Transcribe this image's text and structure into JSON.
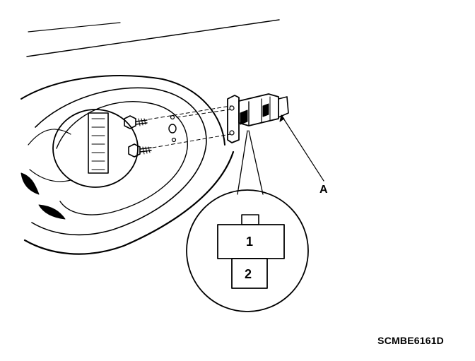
{
  "diagram": {
    "callout_label": "A",
    "terminal_1": "1",
    "terminal_2": "2",
    "reference_code": "SCMBE6161D"
  }
}
